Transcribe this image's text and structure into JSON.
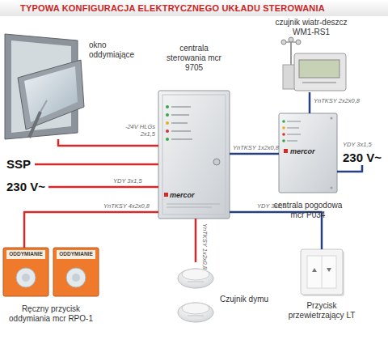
{
  "diagram": {
    "title": "TYPOWA KONFIGURACJA ELEKTRYCZNEGO UKŁADU STEROWANIA",
    "nodes": [
      {
        "text": [
          "okno oddymiające"
        ]
      },
      {
        "text": [
          "czujnik wiatr-deszcz WM1-RS1"
        ]
      },
      {
        "text": [
          "centrala sterowania mcr 9705",
          "mercor"
        ]
      },
      {
        "text": [
          "centrala pogodowa mcr P034",
          "mercor"
        ]
      },
      {
        "text": [
          "SSP"
        ]
      },
      {
        "text": [
          "230 V~"
        ]
      },
      {
        "text": [
          "230 V~"
        ]
      },
      {
        "text": [
          "Ręczny przycisk oddymiania mcr RPO-1"
        ]
      },
      {
        "text": [
          "ODDYMIANIE"
        ],
        "in": 7
      },
      {
        "text": [
          "ODDYMIANIE"
        ],
        "in": 7
      },
      {
        "text": [
          "Czujnik dymu"
        ]
      },
      {
        "text": [
          "Przycisk przewietrzający LT"
        ]
      }
    ],
    "edges": [
      {
        "from": 0,
        "to": 2,
        "arrow": "none",
        "label": "-24V HLGs 2x1,5"
      },
      {
        "from": 4,
        "to": 2,
        "arrow": "none"
      },
      {
        "from": 5,
        "to": 2,
        "arrow": "none",
        "label": "YDY 3x1,5"
      },
      {
        "from": 7,
        "to": 2,
        "arrow": "none",
        "label": "YnTKSY 4x2x0,8"
      },
      {
        "from": 2,
        "to": 10,
        "arrow": "none",
        "label": "YnTKSY 1x2x0,8"
      },
      {
        "from": 2,
        "to": 3,
        "arrow": "none",
        "label": "YnTKSY 1x2x0,8"
      },
      {
        "from": 1,
        "to": 3,
        "arrow": "none",
        "label": "YnTKSY 2x2x0,8"
      },
      {
        "from": 3,
        "to": 6,
        "arrow": "none",
        "label": "YDY 3x1,5"
      },
      {
        "from": 2,
        "to": 11,
        "arrow": "none",
        "label": "YDY 3x1,5"
      }
    ]
  }
}
